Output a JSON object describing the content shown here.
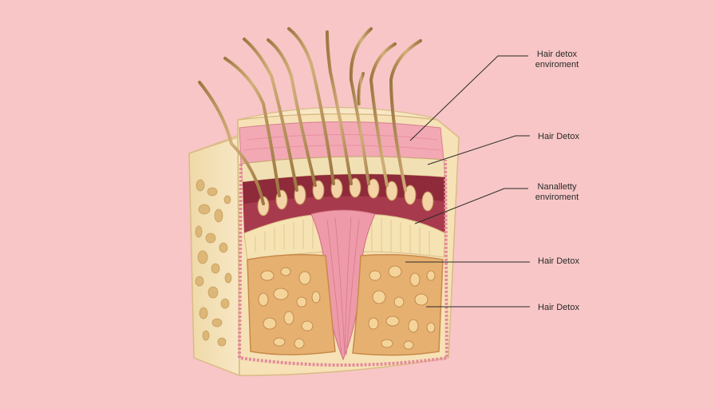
{
  "colors": {
    "background": "#f8c6c6",
    "skin_outer": "#f5e3b8",
    "epidermis_pink": "#f2a9b4",
    "dermis_dark": "#8e2a3a",
    "fat_tan": "#e6b070",
    "hair": "#b8935a",
    "leader_line": "#2a2a2a"
  },
  "labels": [
    {
      "lines": [
        "Hair detox",
        "enviroment"
      ]
    },
    {
      "lines": [
        "Hair Detox"
      ]
    },
    {
      "lines": [
        "Nanalletty",
        "enviroment"
      ]
    },
    {
      "lines": [
        "Hair Detox"
      ]
    },
    {
      "lines": [
        "Hair Detox"
      ]
    }
  ]
}
